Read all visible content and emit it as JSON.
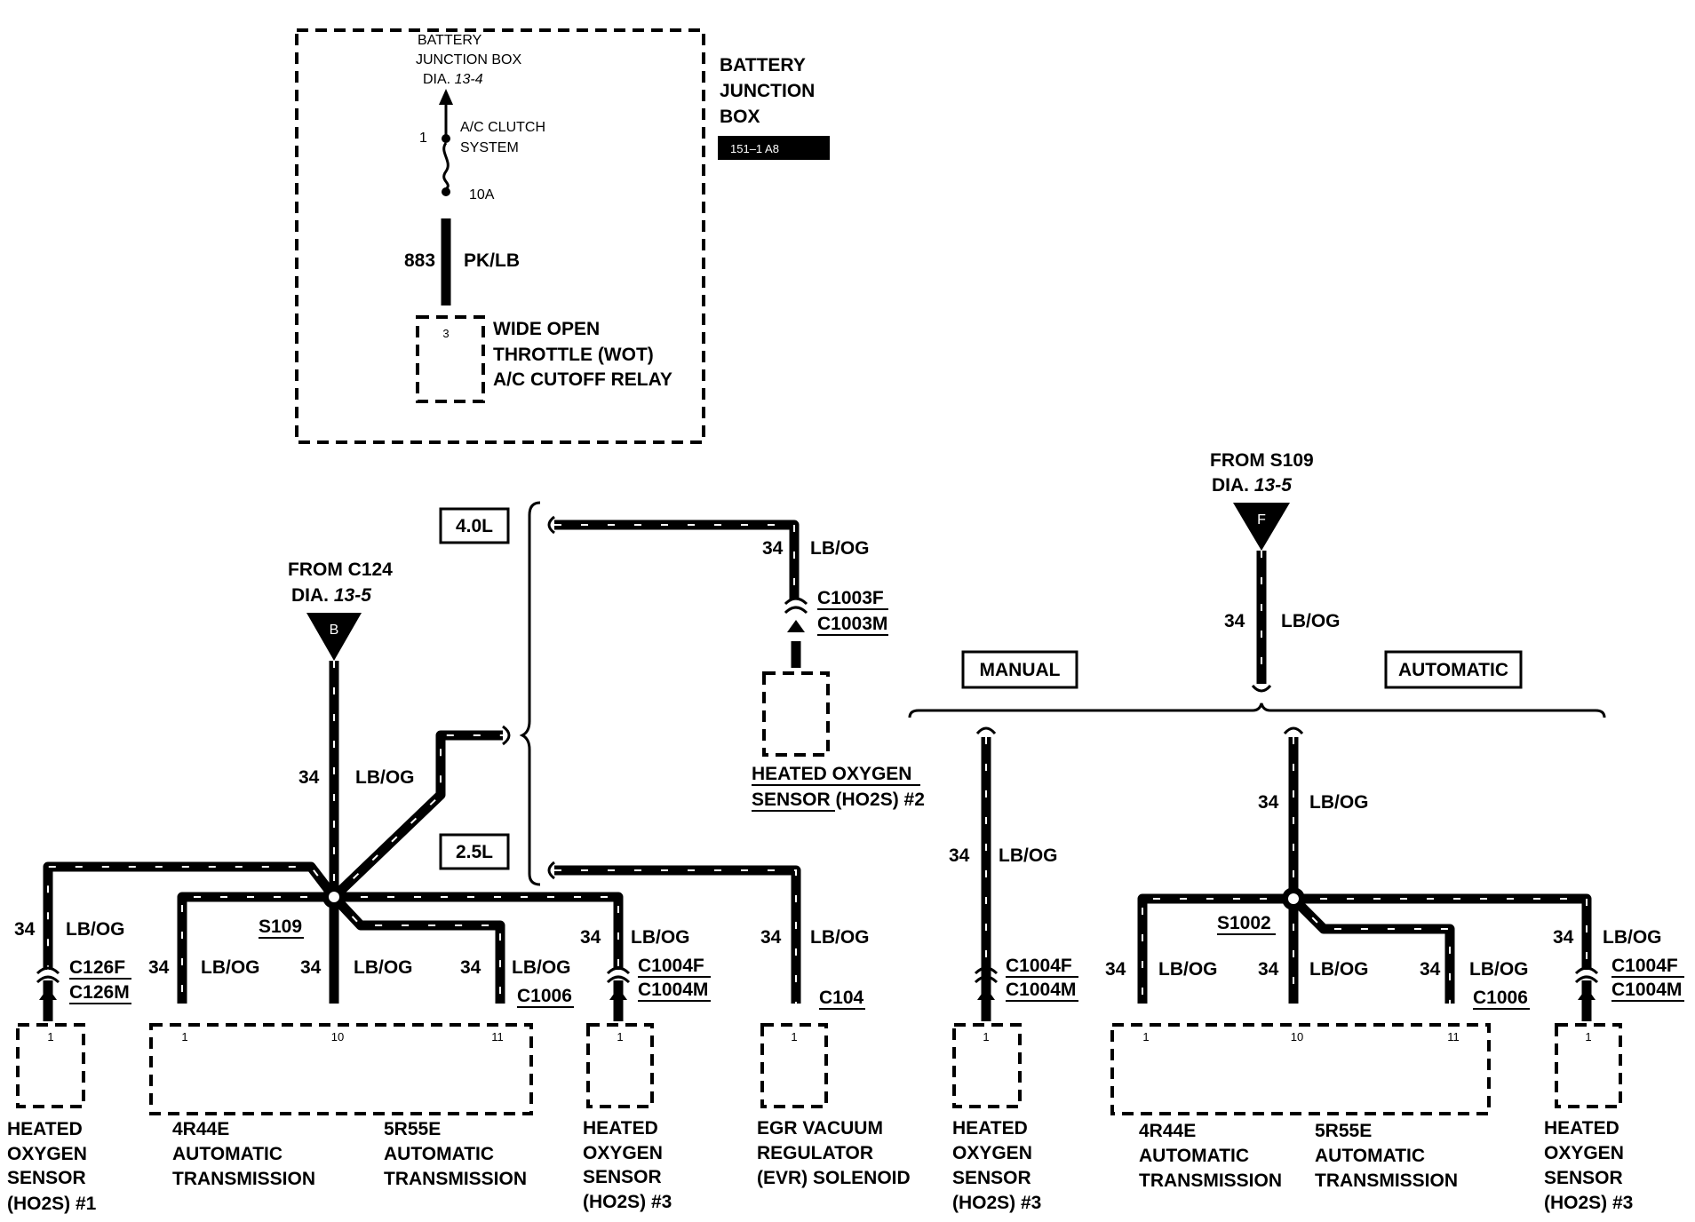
{
  "battery_section": {
    "junction_ref": [
      "BATTERY",
      "JUNCTION BOX",
      "DIA."
    ],
    "junction_ref_dia": "13-4",
    "fuse_pin": "1",
    "fuse_label": [
      "A/C  CLUTCH",
      "SYSTEM"
    ],
    "fuse_rating": "10A",
    "wire_num": "883",
    "wire_color": "PK/LB",
    "relay_pin": "3",
    "relay_label": [
      "WIDE OPEN",
      "THROTTLE (WOT)",
      "A/C CUTOFF RELAY"
    ],
    "box_title": [
      "BATTERY",
      "JUNCTION",
      "BOX"
    ],
    "box_ref": "151–1  A8"
  },
  "left_section": {
    "from_label": "FROM C124",
    "from_dia_prefix": "DIA.",
    "from_dia": "13-5",
    "connector_letter": "B",
    "engine_40": "4.0L",
    "engine_25": "2.5L",
    "splice": "S109",
    "wire_num": "34",
    "wire_color": "LB/OG",
    "c1003f": "C1003F",
    "c1003m": "C1003M",
    "ho2s2_label": [
      "HEATED OXYGEN",
      "SENSOR (HO2S) #2"
    ],
    "c126f": "C126F",
    "c126m": "C126M",
    "c1006": "C1006",
    "c1004f": "C1004F",
    "c1004m": "C1004M",
    "c104": "C104",
    "pin_1": "1",
    "pin_10": "10",
    "pin_11": "11",
    "ho2s1_label": [
      "HEATED",
      "OXYGEN",
      "SENSOR",
      "(HO2S) #1"
    ],
    "trans_4r44e": [
      "4R44E",
      "AUTOMATIC",
      "TRANSMISSION"
    ],
    "trans_5r55e": [
      "5R55E",
      "AUTOMATIC",
      "TRANSMISSION"
    ],
    "ho2s3_label": [
      "HEATED",
      "OXYGEN",
      "SENSOR",
      "(HO2S) #3"
    ],
    "evr_label": [
      "EGR VACUUM",
      "REGULATOR",
      "(EVR) SOLENOID"
    ]
  },
  "right_section": {
    "from_label": "FROM S109",
    "from_dia_prefix": "DIA.",
    "from_dia": "13-5",
    "connector_letter": "F",
    "wire_num": "34",
    "wire_color": "LB/OG",
    "manual": "MANUAL",
    "automatic": "AUTOMATIC",
    "splice": "S1002",
    "c1004f": "C1004F",
    "c1004m": "C1004M",
    "c1006": "C1006",
    "pin_1": "1",
    "pin_10": "10",
    "pin_11": "11",
    "ho2s3_label": [
      "HEATED",
      "OXYGEN",
      "SENSOR",
      "(HO2S) #3"
    ],
    "trans_4r44e": [
      "4R44E",
      "AUTOMATIC",
      "TRANSMISSION"
    ],
    "trans_5r55e": [
      "5R55E",
      "AUTOMATIC",
      "TRANSMISSION"
    ]
  }
}
